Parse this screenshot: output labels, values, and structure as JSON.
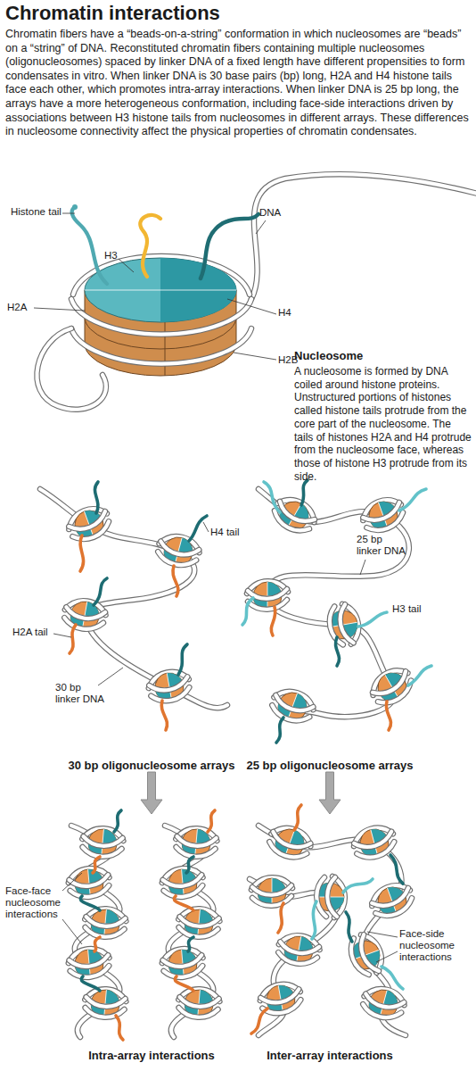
{
  "diagram": {
    "title": "Chromatin interactions",
    "caption": "Chromatin fibers have a “beads-on-a-string” conformation in which nucleosomes are “beads” on a “string” of DNA. Reconstituted chromatin fibers containing multiple nucleosomes (oligonucleosomes) spaced by linker DNA of a fixed length have different propensities to form condensates in vitro. When linker DNA is 30 base pairs (bp) long, H2A and H4 histone tails face each other, which promotes intra-array interactions. When linker DNA is 25 bp long, the arrays have a more heterogeneous conformation, including face-side interactions driven by associations between H3 histone tails from nucleosomes in different arrays. These differences in nucleosome connectivity affect the physical properties of chromatin condensates.",
    "nodes": [
      {
        "text": [
          "30 bp oligonucleosome arrays"
        ]
      },
      {
        "text": [
          "25 bp oligonucleosome arrays"
        ]
      },
      {
        "text": [
          "Intra-array interactions"
        ]
      },
      {
        "text": [
          "Inter-array interactions"
        ]
      }
    ],
    "edges": [
      {
        "from": 0,
        "to": 2,
        "arrow": "to"
      },
      {
        "from": 1,
        "to": 3,
        "arrow": "to"
      }
    ],
    "labels": [
      "Histone tail",
      "DNA",
      "H3",
      "H2A",
      "H4",
      "H2B",
      "Nucleosome",
      "A nucleosome is formed by DNA coiled around histone proteins. Unstructured portions of histones called histone tails protrude from the core part of the nucleosome. The tails of histones H2A and H4 protrude from the nucleosome face, whereas those of histone H3 protrude from its side.",
      "H4 tail",
      "H2A tail",
      "30 bp linker DNA",
      "25 bp linker DNA",
      "H3 tail",
      "Face-face nucleosome interactions",
      "Face-side nucleosome interactions"
    ]
  }
}
